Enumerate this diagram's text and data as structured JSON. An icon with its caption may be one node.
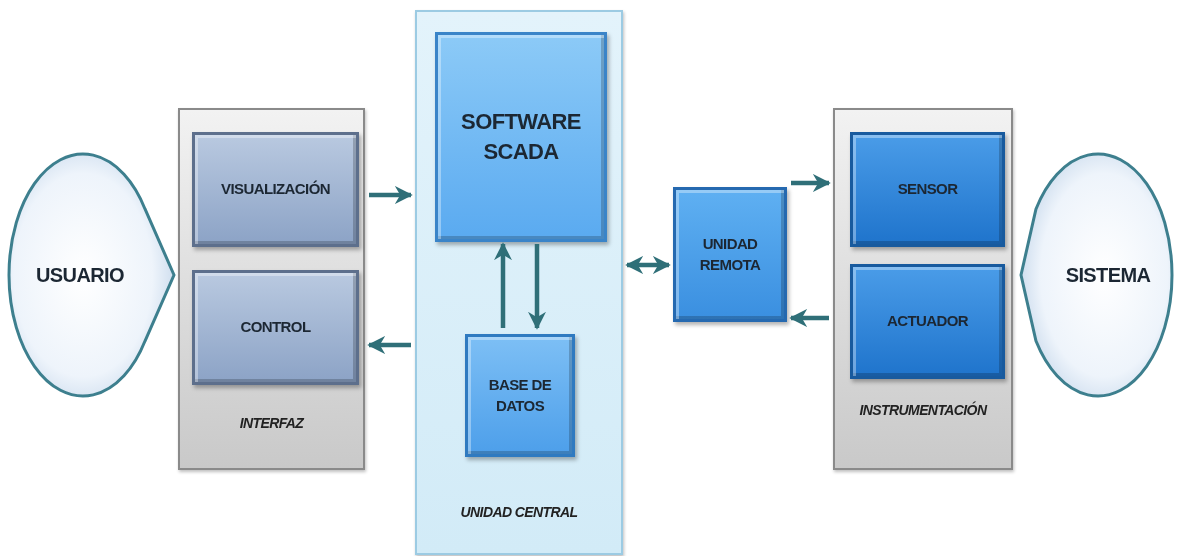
{
  "diagram": {
    "nodes": [
      {
        "text": [
          "USUARIO"
        ]
      },
      {
        "text": [
          "INTERFAZ"
        ]
      },
      {
        "text": [
          "VISUALIZACIÓN"
        ],
        "in": 1
      },
      {
        "text": [
          "CONTROL"
        ],
        "in": 1
      },
      {
        "text": [
          "UNIDAD CENTRAL"
        ]
      },
      {
        "text": [
          "SOFTWARE SCADA"
        ],
        "in": 4
      },
      {
        "text": [
          "BASE DE DATOS"
        ],
        "in": 4
      },
      {
        "text": [
          "UNIDAD REMOTA"
        ]
      },
      {
        "text": [
          "INSTRUMENTACIÓN"
        ]
      },
      {
        "text": [
          "SENSOR"
        ],
        "in": 8
      },
      {
        "text": [
          "ACTUADOR"
        ],
        "in": 8
      },
      {
        "text": [
          "SISTEMA"
        ]
      }
    ],
    "edges": [
      {
        "from": 1,
        "to": 4,
        "arrow": "to"
      },
      {
        "from": 4,
        "to": 1,
        "arrow": "to"
      },
      {
        "from": 6,
        "to": 5,
        "arrow": "to"
      },
      {
        "from": 5,
        "to": 6,
        "arrow": "to"
      },
      {
        "from": 4,
        "to": 7,
        "arrow": "both"
      },
      {
        "from": 7,
        "to": 8,
        "arrow": "to"
      },
      {
        "from": 8,
        "to": 7,
        "arrow": "to"
      }
    ]
  }
}
